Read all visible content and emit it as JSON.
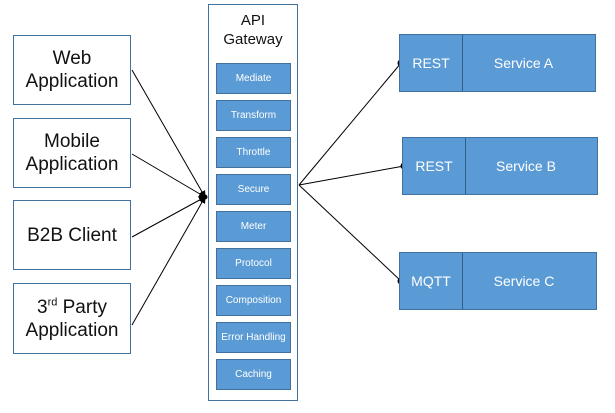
{
  "clients": [
    {
      "lines": [
        "Web",
        "Application"
      ]
    },
    {
      "lines": [
        "Mobile",
        "Application"
      ]
    },
    {
      "lines": [
        "B2B Client"
      ]
    },
    {
      "lines": [
        "3",
        "rd",
        " Party",
        "Application"
      ]
    }
  ],
  "gateway": {
    "title_line1": "API",
    "title_line2": "Gateway",
    "items": [
      "Mediate",
      "Transform",
      "Throttle",
      "Secure",
      "Meter",
      "Protocol",
      "Composition",
      "Error Handling",
      "Caching"
    ]
  },
  "services": [
    {
      "protocol": "REST",
      "name": "Service A"
    },
    {
      "protocol": "REST",
      "name": "Service B"
    },
    {
      "protocol": "MQTT",
      "name": "Service C"
    }
  ],
  "colors": {
    "box_fill": "#5b9bd5",
    "box_border": "#41719c",
    "line": "#000000"
  }
}
